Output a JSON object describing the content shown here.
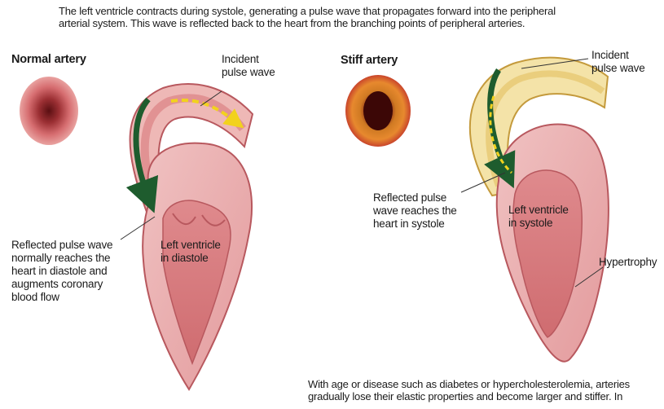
{
  "intro": {
    "line1": "The left ventricle contracts during systole, generating a pulse wave that propagates forward into the peripheral",
    "line2": "arterial system. This wave is reflected back to the heart from the branching points of peripheral arteries."
  },
  "left_panel": {
    "heading": "Normal artery",
    "incident_label": [
      "Incident",
      "pulse wave"
    ],
    "reflected_label": [
      "Reflected pulse wave",
      "normally reaches the",
      "heart in diastole and",
      "augments coronary",
      "blood flow"
    ],
    "ventricle_label": [
      "Left ventricle",
      "in diastole"
    ]
  },
  "right_panel": {
    "heading": "Stiff artery",
    "incident_label": [
      "Incident",
      "pulse wave"
    ],
    "reflected_label": [
      "Reflected pulse",
      "wave reaches the",
      "heart in systole"
    ],
    "ventricle_label": [
      "Left ventricle",
      "in systole"
    ],
    "hypertrophy_label": "Hypertrophy"
  },
  "footer": {
    "line1": "With age or disease such as diabetes or hypercholesterolemia, arteries",
    "line2": "gradually lose their elastic properties and become larger and stiffer. In"
  },
  "colors": {
    "tissue_outer": "#e7a5a7",
    "tissue_inner": "#d9787c",
    "arrow_green": "#1e5c2e",
    "pulse_yellow": "#f2d21d",
    "stiff_artery": "#f4e3a8"
  }
}
